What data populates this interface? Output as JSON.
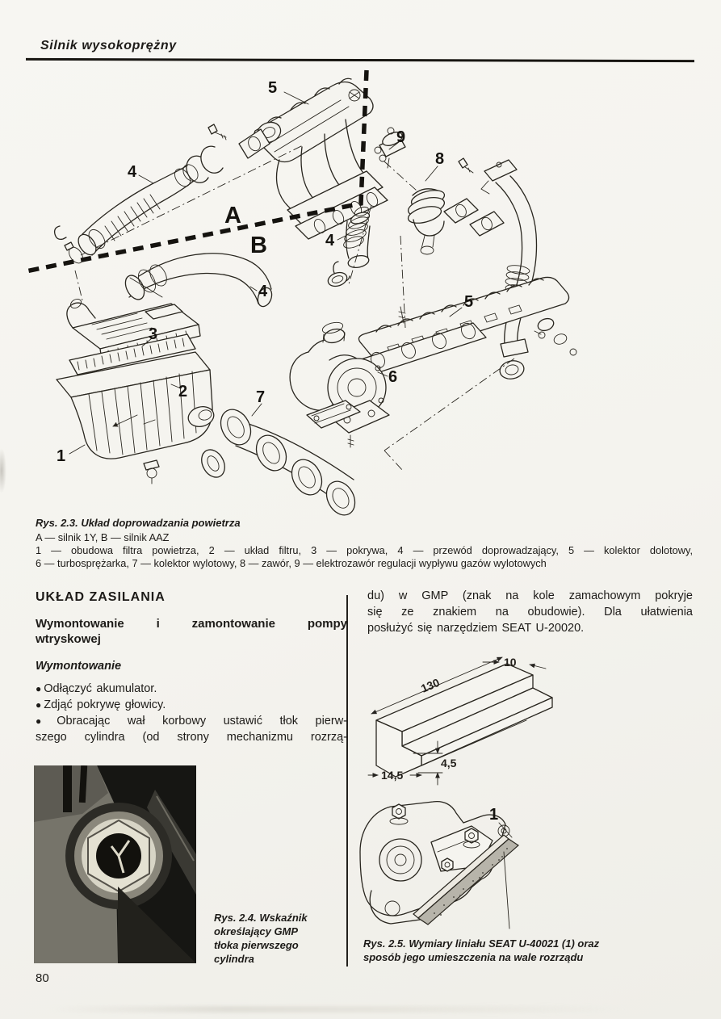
{
  "header": {
    "title": "Silnik wysokoprężny"
  },
  "figure_2_3": {
    "callouts": {
      "part5_top": "5",
      "part4_hose": "4",
      "engine_a": "A",
      "engine_b": "B",
      "part9": "9",
      "part8": "8",
      "part4_elbow": "4",
      "part4_u_hose": "4",
      "part5_manifold_b": "5",
      "part3": "3",
      "part2": "2",
      "part7": "7",
      "part6": "6",
      "part1": "1"
    },
    "caption_title": "Rys. 2.3. Układ doprowadzania powietrza",
    "legend_line1": "A — silnik 1Y, B — silnik AAZ",
    "legend_line2": "1 — obudowa filtra powietrza, 2 — układ filtru, 3 — pokrywa, 4 — przewód doprowadzający, 5 — kolektor dolotowy,",
    "legend_line3": "6 — turbosprężarka, 7 — kolektor wylotowy, 8 — zawór, 9 — elektrozawór regulacji wypływu gazów wylotowych"
  },
  "fuel_section": {
    "heading": "UKŁAD ZASILANIA",
    "subheading_line1": "Wymontowanie i zamontowanie pompy",
    "subheading_line2": "wtryskowej",
    "procedure_heading": "Wymontowanie",
    "bullet_glyph": "●",
    "bullet1": "Odłączyć akumulator.",
    "bullet2": "Zdjąć pokrywę głowicy.",
    "bullet3_line1": "Obracając wał korbowy ustawić tłok pierw-",
    "bullet3_line2": "szego cylindra (od strony mechanizmu rozrzą-",
    "right_col_line1": "du) w GMP (znak na kole zamachowym pokryje",
    "right_col_line2": "się ze znakiem na obudowie). Dla ułatwienia",
    "right_col_line3": "posłużyć się narzędziem SEAT U-20020."
  },
  "figure_2_4": {
    "caption_line1": "Rys. 2.4. Wskaźnik",
    "caption_line2": "określający GMP",
    "caption_line3": "tłoka pierwszego",
    "caption_line4": "cylindra"
  },
  "figure_2_5": {
    "dim_length": "130",
    "dim_width": "10",
    "dim_step": "4,5",
    "dim_base": "14,5",
    "ruler_label": "1",
    "caption_line1": "Rys. 2.5. Wymiary liniału SEAT U-40021 (1) oraz",
    "caption_line2": "sposób jego umieszczenia na wale rozrządu"
  },
  "footer": {
    "page_number": "80"
  }
}
